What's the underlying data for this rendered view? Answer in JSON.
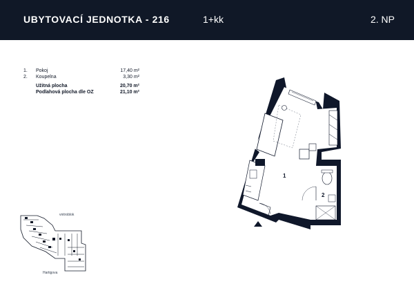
{
  "header": {
    "title": "UBYTOVACÍ JEDNOTKA - 216",
    "layout": "1+kk",
    "floor": "2. NP"
  },
  "rooms": [
    {
      "num": "1.",
      "name": "Pokoj",
      "area": "17,40 m²"
    },
    {
      "num": "2.",
      "name": "Koupelna",
      "area": "3,30 m²"
    }
  ],
  "summary": [
    {
      "name": "Užitná plocha",
      "area": "20,70 m²"
    },
    {
      "name": "Podlahová plocha dle OZ",
      "area": "21,10 m²"
    }
  ],
  "plan": {
    "room1_label": "1",
    "room2_label": "2"
  },
  "keyplan": {
    "label_top": "vnitroblok",
    "label_bottom": "Hartigova"
  },
  "colors": {
    "header_bg": "#101827",
    "wall": "#0f172a"
  }
}
